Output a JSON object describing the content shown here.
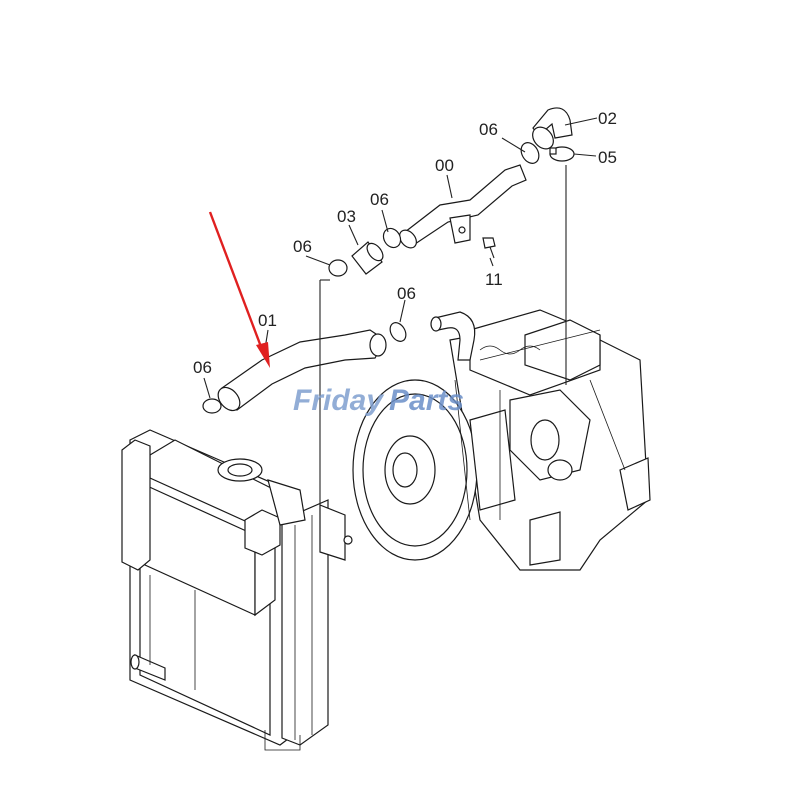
{
  "diagram": {
    "part_labels": [
      "02",
      "06",
      "05",
      "00",
      "06",
      "03",
      "06",
      "11",
      "06",
      "01",
      "06"
    ],
    "watermark": {
      "text_a": "Friday",
      "text_b": "Parts",
      "color_a": "#7f9fcf",
      "color_b": "#6b8fc8"
    },
    "arrow_color": "#e02020"
  }
}
